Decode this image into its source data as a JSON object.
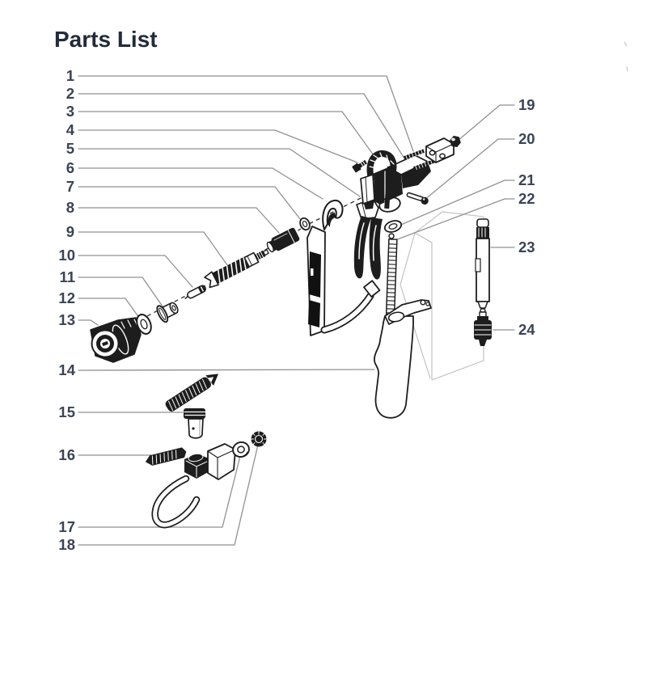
{
  "title": "Parts List",
  "callouts": [
    {
      "label": "1"
    },
    {
      "label": "2"
    },
    {
      "label": "3"
    },
    {
      "label": "4"
    },
    {
      "label": "5"
    },
    {
      "label": "6"
    },
    {
      "label": "7"
    },
    {
      "label": "8"
    },
    {
      "label": "9"
    },
    {
      "label": "10"
    },
    {
      "label": "11"
    },
    {
      "label": "12"
    },
    {
      "label": "13"
    },
    {
      "label": "14"
    },
    {
      "label": "15"
    },
    {
      "label": "16"
    },
    {
      "label": "17"
    },
    {
      "label": "18"
    },
    {
      "label": "19"
    },
    {
      "label": "20"
    },
    {
      "label": "21"
    },
    {
      "label": "22"
    },
    {
      "label": "23"
    },
    {
      "label": "24"
    }
  ],
  "colors": {
    "title": "#232b3a",
    "callout_number": "#3b4455",
    "leader_line": "#8f9194",
    "drawing_ink": "#1d1d1d",
    "ghost_outline": "#bdbdbd",
    "background": "#ffffff"
  }
}
